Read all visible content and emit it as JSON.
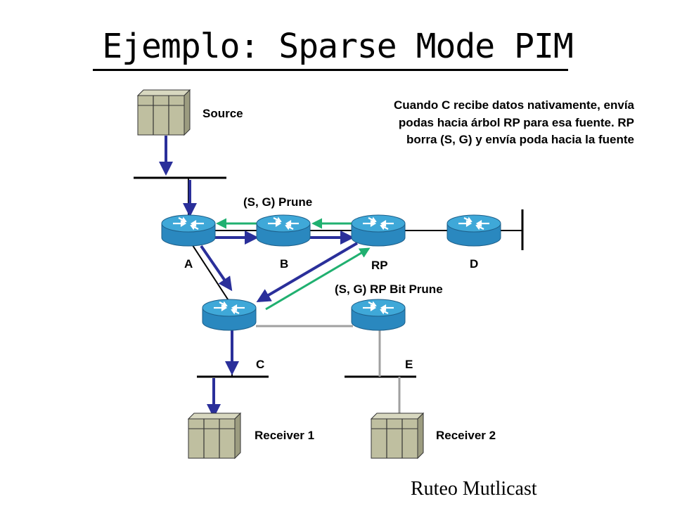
{
  "title": "Ejemplo: Sparse Mode PIM",
  "annotation": "Cuando C recibe datos nativamente, envía podas hacia árbol RP para esa fuente. RP borra (S, G) y envía poda hacia la fuente",
  "labels": {
    "source": "Source",
    "router_a": "A",
    "router_b": "B",
    "router_rp": "RP",
    "router_d": "D",
    "router_c": "C",
    "router_e": "E",
    "receiver1": "Receiver 1",
    "receiver2": "Receiver 2",
    "prune": "(S, G) Prune",
    "rp_bit_prune": "(S, G) RP Bit Prune"
  },
  "footer": "Ruteo Mutlicast",
  "colors": {
    "data_flow": "#2a2f9a",
    "prune_flow": "#20b070",
    "router_body": "#2a88bf",
    "router_top": "#3fa8d8",
    "host": "#bfbfa0",
    "link": "#000000",
    "gray_link": "#a0a0a0"
  }
}
